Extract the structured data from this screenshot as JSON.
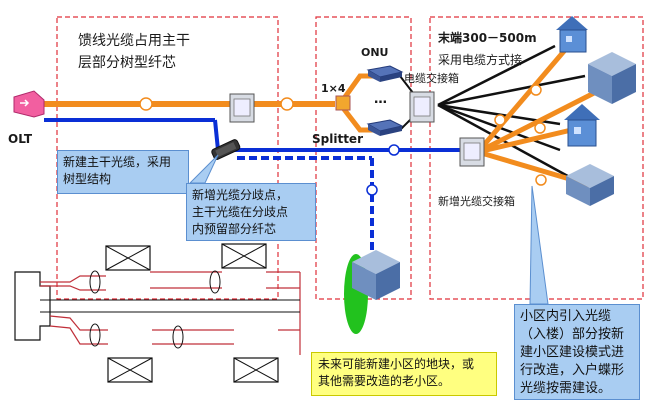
{
  "labels": {
    "olt": "OLT",
    "onu": "ONU",
    "ratio": "1×4",
    "splitter": "Splitter",
    "dots": "…",
    "cable_box": "电缆交接箱",
    "new_fiber_box": "新增光缆交接箱",
    "feeder_title_line1": "馈线光缆占用主干",
    "feeder_title_line2": "层部分树型纤芯",
    "end_title_line1": "末端300－500m",
    "end_title_line2": "采用电缆方式接"
  },
  "callouts": {
    "new_trunk_line1": "新建主干光缆，采用",
    "new_trunk_line2": "树型结构",
    "branch_line1": "新增光缆分歧点，",
    "branch_line2": "主干光缆在分歧点",
    "branch_line3": "内预留部分纤芯",
    "future_line1": "未来可能新建小区的地块，或",
    "future_line2": "其他需要改造的老小区。",
    "inbuild_line1": "小区内引入光缆",
    "inbuild_line2": "（入楼）部分按新",
    "inbuild_line3": "建小区建设模式进",
    "inbuild_line4": "行改造，入户蝶形",
    "inbuild_line5": "光缆按需建设。"
  },
  "colors": {
    "orange": "#f28c1e",
    "blue": "#0a2fd6",
    "red_dash": "#e0303a",
    "callout_blue": "#a9cdf2",
    "callout_yellow": "#ffff80",
    "ground_green": "#22c21e"
  }
}
